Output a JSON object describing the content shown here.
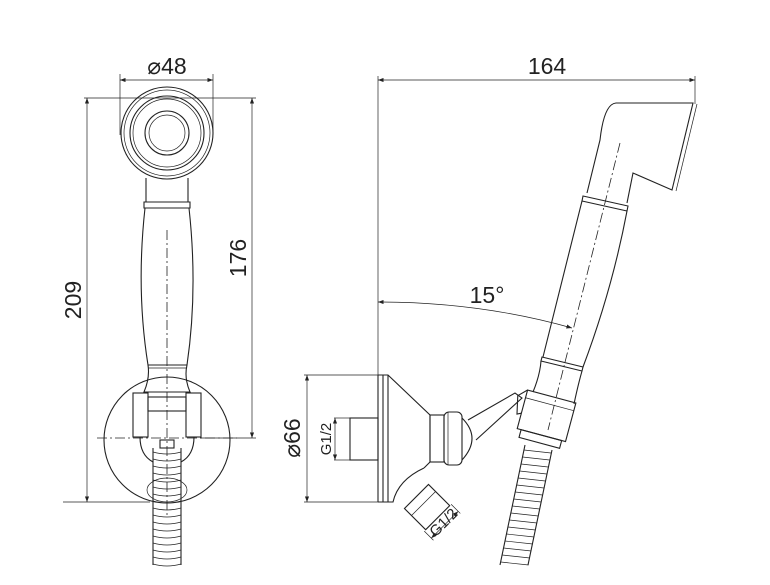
{
  "drawing": {
    "front_view": {
      "head_diameter": "⌀48",
      "total_height": "209",
      "handset_height": "176"
    },
    "side_view": {
      "projection": "164",
      "tilt_angle": "15°",
      "wall_flange_diameter": "⌀66",
      "inlet_thread": "G1/2",
      "outlet_thread": "G1/2"
    }
  }
}
